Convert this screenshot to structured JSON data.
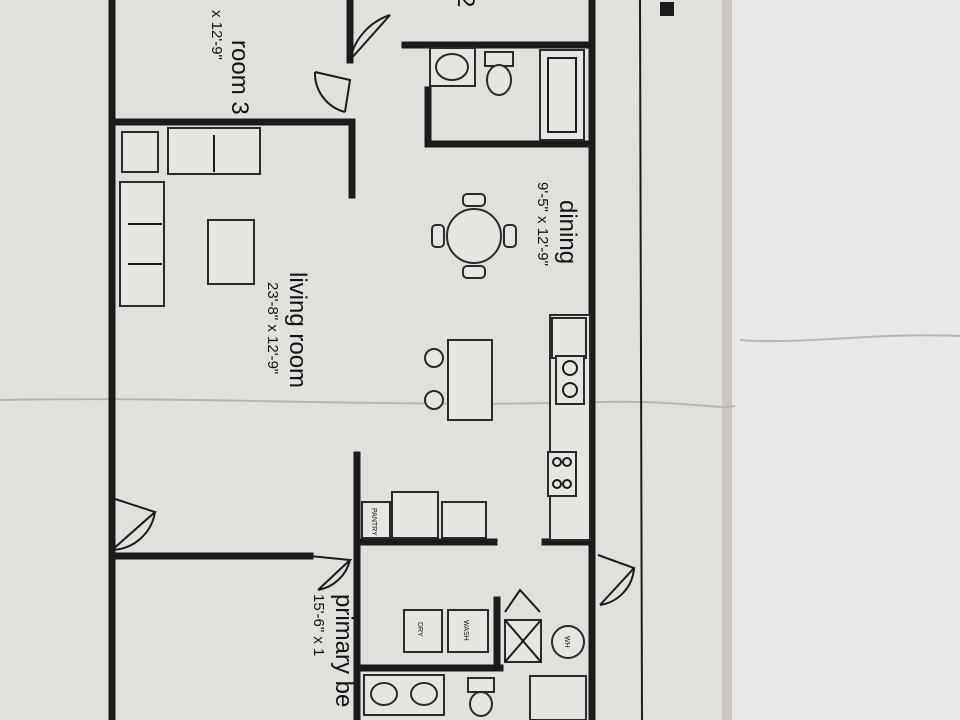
{
  "floor_plan": {
    "rooms": [
      {
        "name": "room 3",
        "dimensions": "x 12'-9\""
      },
      {
        "name": "2",
        "dimensions": ""
      },
      {
        "name": "dining",
        "dimensions": "9'-5\" x 12'-9\""
      },
      {
        "name": "living room",
        "dimensions": "23'-8\" x 12'-9\""
      },
      {
        "name": "primary be",
        "dimensions": "15'-6\" x 1"
      }
    ],
    "fixture_labels": {
      "pantry": "PANTRY",
      "dryer": "DRY",
      "washer": "WASH",
      "water_heater": "WH"
    }
  }
}
